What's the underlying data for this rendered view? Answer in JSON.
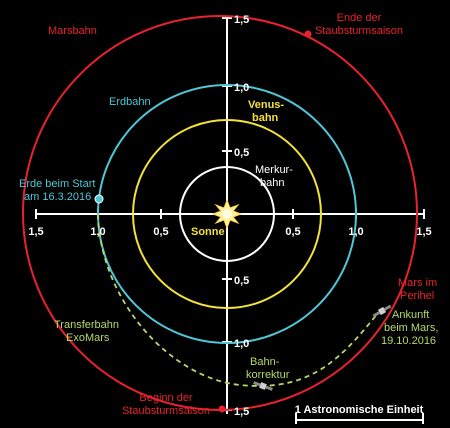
{
  "colors": {
    "background": "#000000",
    "axes": "#ffffff",
    "mars_orbit": "#e8222e",
    "earth_orbit": "#4fc7d6",
    "venus_orbit": "#f3e23a",
    "mercury_orbit": "#ffffff",
    "sun": "#fff3a0",
    "transfer": "#b6d86a",
    "earth_marker": "#4fc7d6"
  },
  "axes": {
    "y_tick_labels": [
      "1,5",
      "1,0",
      "0,5",
      "0,5",
      "1,0",
      "1,5"
    ],
    "x_tick_labels": [
      "1,5",
      "1,0",
      "0,5",
      "0,5",
      "1,0",
      "1,5"
    ]
  },
  "labels": {
    "marsbahn": "Marsbahn",
    "erdbahn": "Erdbahn",
    "venus_line1": "Venus-",
    "venus_line2": "bahn",
    "merkur_line1": "Merkur-",
    "merkur_line2": "bahn",
    "sonne": "Sonne",
    "ende_line1": "Ende der",
    "ende_line2": "Staubsturmsaison",
    "erde_start_line1": "Erde beim Start",
    "erde_start_line2": "am 16.3.2016",
    "mars_perihel_line1": "Mars im",
    "mars_perihel_line2": "Perihel",
    "ankunft_line1": "Ankunft",
    "ankunft_line2": "beim Mars,",
    "ankunft_line3": "19.10.2016",
    "transfer_line1": "Transferbahn",
    "transfer_line2": "ExoMars",
    "bahnkorrektur_line1": "Bahn-",
    "bahnkorrektur_line2": "korrektur",
    "beginn_line1": "Beginn der",
    "beginn_line2": "Staubsturmsaison",
    "scale": "1 Astronomische Einheit"
  },
  "icons": {
    "sun": "sun-icon",
    "earth": "earth-icon",
    "spacecraft": "spacecraft-icon",
    "dust_dot": "dust-season-dot-icon"
  }
}
